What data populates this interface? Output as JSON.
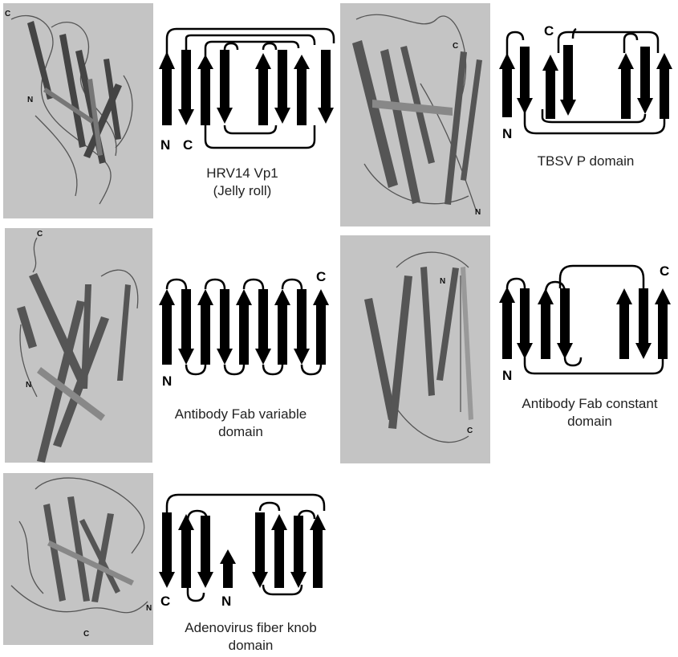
{
  "panels": [
    {
      "id": "hrv14",
      "caption": [
        "HRV14 Vp1",
        "(Jelly roll)"
      ],
      "photo_labels": {
        "c": "C",
        "n": "N"
      },
      "topology_labels": {
        "n": "N",
        "c": "C"
      }
    },
    {
      "id": "tbsv",
      "caption": [
        "TBSV P domain"
      ],
      "photo_labels": {
        "c": "C",
        "n": "N"
      },
      "topology_labels": {
        "c": "C",
        "n": "N"
      }
    },
    {
      "id": "fab-variable",
      "caption": [
        "Antibody Fab variable",
        "domain"
      ],
      "photo_labels": {
        "c": "C",
        "n": "N"
      },
      "topology_labels": {
        "c": "C",
        "n": "N"
      }
    },
    {
      "id": "fab-constant",
      "caption": [
        "Antibody Fab constant",
        "domain"
      ],
      "photo_labels": {
        "n": "N",
        "c": "C"
      },
      "topology_labels": {
        "c": "C",
        "n": "N"
      }
    },
    {
      "id": "adenovirus",
      "caption": [
        "Adenovirus fiber knob",
        "domain"
      ],
      "photo_labels": {
        "n": "N",
        "c": "C"
      },
      "topology_labels": {
        "c": "C",
        "n": "N"
      }
    }
  ]
}
